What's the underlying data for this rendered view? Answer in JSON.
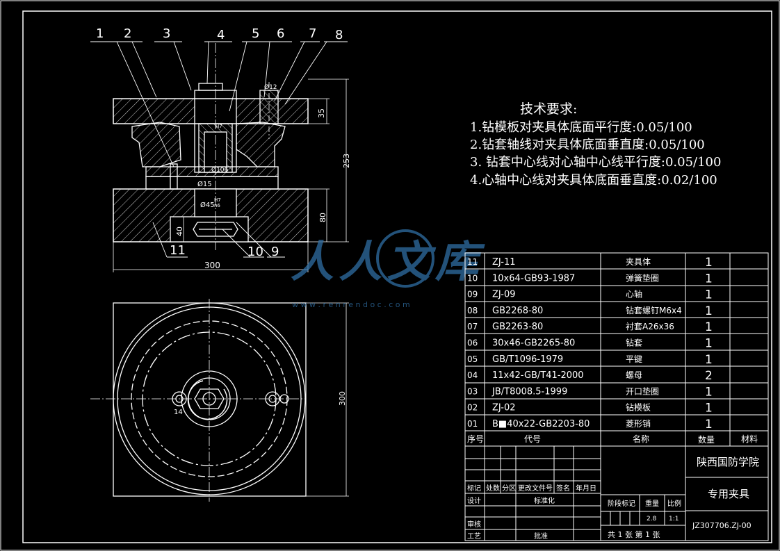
{
  "balloons": [
    "1",
    "2",
    "3",
    "4",
    "5",
    "6",
    "7",
    "8",
    "11",
    "10",
    "9"
  ],
  "dims": {
    "overall_height": "253",
    "plate_thickness": "35",
    "base_thickness": "80",
    "width": "300",
    "plan_height": "300",
    "base_pocket_depth": "40",
    "phi_bush_top": "Ø12",
    "phi_bore": "Ø106",
    "phi_15": "Ø15",
    "phi_45": "Ø45",
    "fit_h7": "H7",
    "fit_h7b": "H7",
    "fit_n6": "n6",
    "hole_14": "14"
  },
  "requirements": {
    "title": "技术要求:",
    "items": [
      "1.钻模板对夹具体底面平行度:0.05/100",
      "2.钻套轴线对夹具体底面垂直度:0.05/100",
      "3. 钻套中心线对心轴中心线平行度:0.05/100",
      "4.心轴中心线对夹具体底面垂直度:0.02/100"
    ]
  },
  "watermark": {
    "text": "人人文库",
    "url": "w w w . r e n r e n d o c . c o m"
  },
  "parts_list": {
    "header": {
      "no": "序号",
      "code": "代号",
      "name": "名称",
      "qty": "数量",
      "material": "材料"
    },
    "rows": [
      {
        "no": "11",
        "code": "ZJ-11",
        "name": "夹具体",
        "qty": "1"
      },
      {
        "no": "10",
        "code": "10x64-GB93-1987",
        "name": "弹簧垫圈",
        "qty": "1"
      },
      {
        "no": "09",
        "code": "ZJ-09",
        "name": "心轴",
        "qty": "1"
      },
      {
        "no": "08",
        "code": "GB2268-80",
        "name": "钻套螺钉M6x4",
        "qty": "1"
      },
      {
        "no": "07",
        "code": "GB2263-80",
        "name": "衬套A26x36",
        "qty": "1"
      },
      {
        "no": "06",
        "code": "30x46-GB2265-80",
        "name": "钻套",
        "qty": "1"
      },
      {
        "no": "05",
        "code": "GB/T1096-1979",
        "name": "平键",
        "qty": "1"
      },
      {
        "no": "04",
        "code": "11x42-GB/T41-2000",
        "name": "螺母",
        "qty": "2"
      },
      {
        "no": "03",
        "code": "JB/T8008.5-1999",
        "name": "开口垫圈",
        "qty": "1"
      },
      {
        "no": "02",
        "code": "ZJ-02",
        "name": "钻模板",
        "qty": "1"
      },
      {
        "no": "01",
        "code": "B■40x22-GB2203-80",
        "name": "菱形销",
        "qty": "1"
      }
    ]
  },
  "title_block": {
    "school": "陕西国防学院",
    "drawing_name": "专用夹具",
    "drawing_no": "JZ307706.ZJ-00",
    "labels": {
      "mark": "标记",
      "count": "处数",
      "zone": "分区",
      "change_doc": "更改文件号",
      "sign": "签名",
      "date": "年月日",
      "design": "设计",
      "standardize": "标准化",
      "check": "审核",
      "process": "工艺",
      "approve": "批准",
      "stage_mark": "阶段标记",
      "weight": "重量",
      "scale": "比例",
      "sheets": "共 1 张  第 1 张"
    },
    "values": {
      "weight": "2.8",
      "scale": "1:1"
    }
  },
  "colors": {
    "background": "#000000",
    "lines": "#ffffff",
    "watermark": "#2f6ea3"
  }
}
